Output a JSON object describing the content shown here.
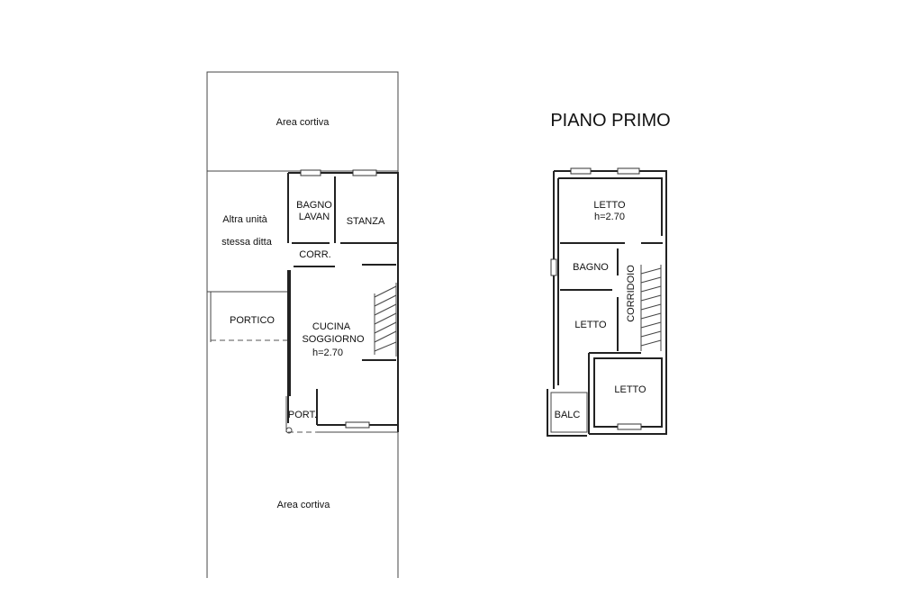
{
  "floor_title": "PIANO PRIMO",
  "ground_floor": {
    "area_cortiva_top": "Area cortiva",
    "altra_unita_line1": "Altra unità",
    "altra_unita_line2": "stessa ditta",
    "bagno_line1": "BAGNO",
    "bagno_line2": "LAVAN",
    "stanza": "STANZA",
    "corr": "CORR.",
    "portico": "PORTICO",
    "cucina_line1": "CUCINA",
    "cucina_line2": "SOGGIORNO",
    "cucina_height": "h=2.70",
    "port": "PORT.",
    "area_cortiva_bottom": "Area cortiva"
  },
  "first_floor": {
    "letto_top": "LETTO",
    "letto_top_height": "h=2.70",
    "bagno": "BAGNO",
    "corridoio": "CORRIDOIO",
    "letto_mid": "LETTO",
    "letto_bottom": "LETTO",
    "balc": "BALC"
  }
}
